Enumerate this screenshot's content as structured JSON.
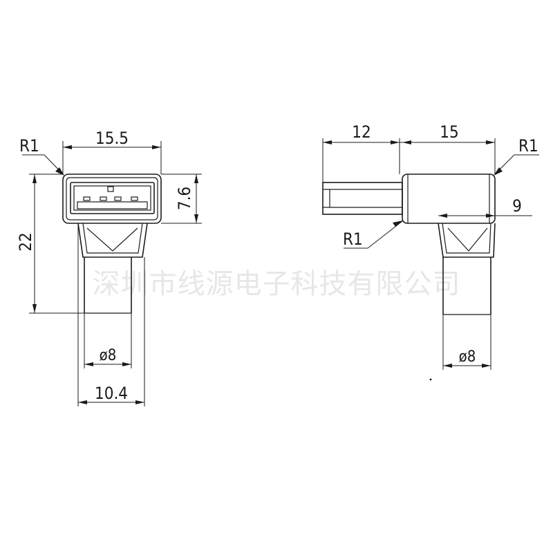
{
  "watermark": "深圳市线源电子科技有限公司",
  "front_view": {
    "width_label": "15.5",
    "radius_label": "R1",
    "port_height_label": "7.6",
    "total_height_label": "22",
    "cable_dia_label": "ø8",
    "boot_width_label": "10.4"
  },
  "side_view": {
    "plug_length_label": "12",
    "body_length_label": "15",
    "radius_top_label": "R1",
    "radius_bottom_label": "R1",
    "offset_label": "9",
    "cable_dia_label": "ø8"
  }
}
